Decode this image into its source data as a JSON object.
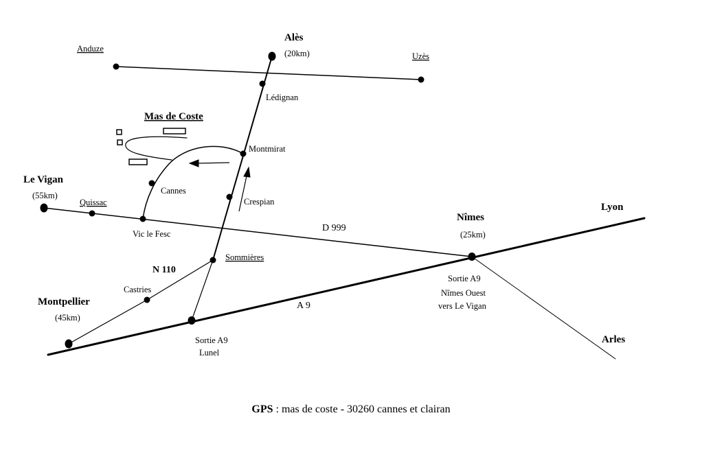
{
  "title": "Mas de Coste",
  "places": {
    "ales": "Alès",
    "ales_dist": "(20km)",
    "anduze": "Anduze",
    "uzes": "Uzès",
    "ledignan": "Lédignan",
    "montmirat": "Montmirat",
    "cannes": "Cannes",
    "crespian": "Crespian",
    "le_vigan": "Le Vigan",
    "le_vigan_dist": "(55km)",
    "quissac": "Quissac",
    "vic_le_fesc": "Vic le Fesc",
    "sommieres": "Sommières",
    "castries": "Castries",
    "montpellier": "Montpellier",
    "montpellier_dist": "(45km)",
    "sortie_lunel_1": "Sortie A9",
    "sortie_lunel_2": "Lunel",
    "nimes": "Nîmes",
    "nimes_dist": "(25km)",
    "sortie_nimes_1": "Sortie A9",
    "sortie_nimes_2": "Nîmes Ouest",
    "sortie_nimes_3": "vers Le Vigan",
    "lyon": "Lyon",
    "arles": "Arles"
  },
  "roads": {
    "d999": "D 999",
    "n110": "N 110",
    "a9": "A 9"
  },
  "footer": {
    "gps_label": "GPS",
    "gps_text": " : mas de coste - 30260 cannes et clairan"
  }
}
